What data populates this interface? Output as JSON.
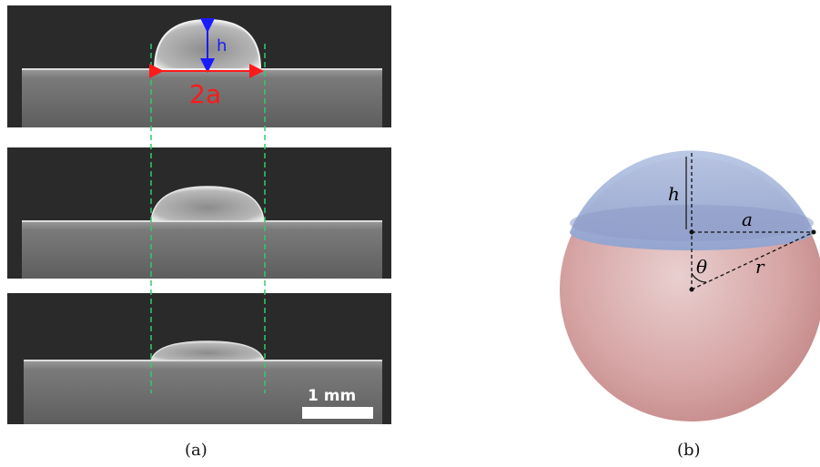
{
  "panel_a": {
    "label_h": "h",
    "label_2a": "2a",
    "scale_bar": "1 mm",
    "caption": "(a)"
  },
  "panel_b": {
    "label_h": "h",
    "label_a": "a",
    "label_theta": "θ",
    "label_r": "r",
    "caption": "(b)"
  },
  "colors": {
    "frame_bg": "#2b2b2b",
    "substrate": "#6b6b6b",
    "arrow_h": "#1a1aff",
    "arrow_2a": "#ff1a1a",
    "guide": "#33cc66",
    "cap_blue": "#9fb2d8",
    "sphere_red": "#c98a8a"
  }
}
